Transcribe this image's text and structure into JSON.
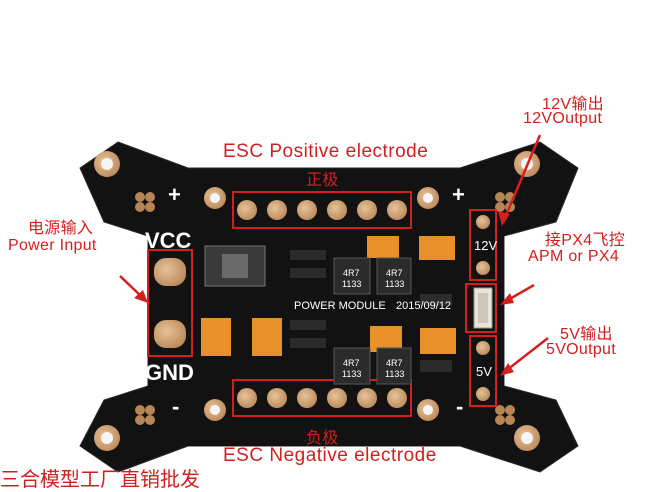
{
  "labels": {
    "esc_positive_en": "ESC Positive electrode",
    "esc_positive_cn": "正极",
    "esc_negative_en": "ESC Negative electrode",
    "esc_negative_cn": "负极",
    "power_input_cn": "电源输入",
    "power_input_en": "Power Input",
    "out12_cn": "12V输出",
    "out12_en": "12VOutput",
    "px4_cn": "接PX4飞控",
    "px4_en": "APM or PX4",
    "out5_cn": "5V输出",
    "out5_en": "5VOutput"
  },
  "silkscreen": {
    "vcc": "VCC",
    "gnd": "GND",
    "module": "POWER MODULE",
    "date": "2015/09/12",
    "v12": "12V",
    "v5": "5V",
    "inductor": "4R7",
    "inductor_code": "1133",
    "plus": "+",
    "minus": "-"
  },
  "footer_text": "三合模型工厂直销批发",
  "colors": {
    "annotation_red": "#d41f1f",
    "board": "#121212",
    "pad_gold": "#c89a68",
    "capacitor_orange": "#e8912a"
  }
}
